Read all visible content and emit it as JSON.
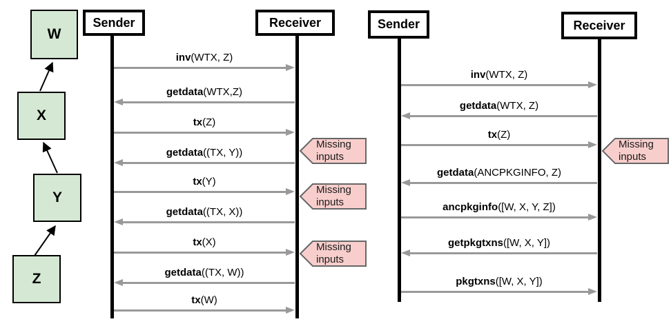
{
  "colors": {
    "background": "#ffffff",
    "chain_box_fill": "#d5e8d4",
    "chain_box_border": "#000000",
    "callout_fill": "#f8cecc",
    "callout_border": "#666666",
    "arrow_gray": "#999999",
    "lifeline": "#000000",
    "text": "#000000"
  },
  "chain": {
    "nodes": [
      "W",
      "X",
      "Y",
      "Z"
    ]
  },
  "callout_label": {
    "line1": "Missing",
    "line2": "inputs"
  },
  "diagrams": [
    {
      "sender": "Sender",
      "receiver": "Receiver",
      "messages": [
        {
          "fn": "inv",
          "args": "(WTX, Z)",
          "dir": "right",
          "callout": false
        },
        {
          "fn": "getdata",
          "args": "(WTX,Z)",
          "dir": "left",
          "callout": false
        },
        {
          "fn": "tx",
          "args": "(Z)",
          "dir": "right",
          "callout": true
        },
        {
          "fn": "getdata",
          "args": "((TX, Y))",
          "dir": "left",
          "callout": false
        },
        {
          "fn": "tx",
          "args": "(Y)",
          "dir": "right",
          "callout": true
        },
        {
          "fn": "getdata",
          "args": "((TX, X))",
          "dir": "left",
          "callout": false
        },
        {
          "fn": "tx",
          "args": "(X)",
          "dir": "right",
          "callout": true
        },
        {
          "fn": "getdata",
          "args": "((TX, W))",
          "dir": "left",
          "callout": false
        },
        {
          "fn": "tx",
          "args": "(W)",
          "dir": "right",
          "callout": false
        }
      ]
    },
    {
      "sender": "Sender",
      "receiver": "Receiver",
      "messages": [
        {
          "fn": "inv",
          "args": "(WTX, Z)",
          "dir": "right",
          "callout": false
        },
        {
          "fn": "getdata",
          "args": "(WTX, Z)",
          "dir": "left",
          "callout": false
        },
        {
          "fn": "tx",
          "args": "(Z)",
          "dir": "right",
          "callout": true
        },
        {
          "fn": "getdata",
          "args": "(ANCPKGINFO, Z)",
          "dir": "left",
          "callout": false
        },
        {
          "fn": "ancpkginfo",
          "args": "([W, X, Y, Z])",
          "dir": "right",
          "callout": false
        },
        {
          "fn": "getpkgtxns",
          "args": "([W, X, Y])",
          "dir": "left",
          "callout": false
        },
        {
          "fn": "pkgtxns",
          "args": "([W, X, Y])",
          "dir": "right",
          "callout": false
        }
      ]
    }
  ]
}
